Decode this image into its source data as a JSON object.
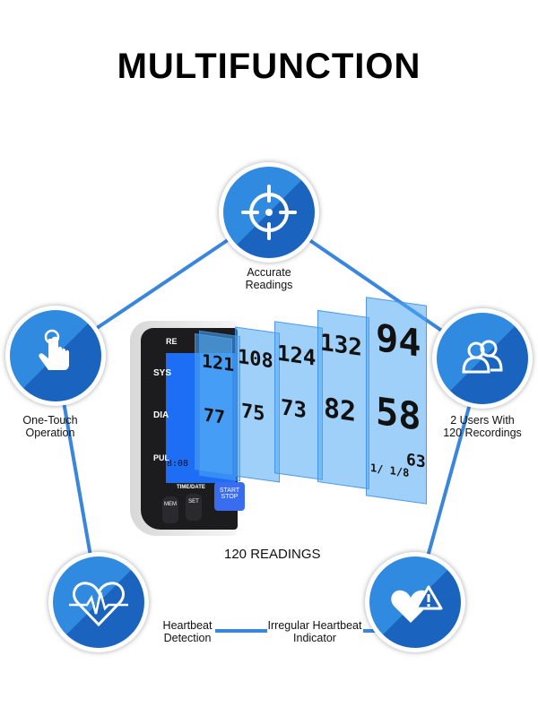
{
  "title": "MULTIFUNCTION",
  "features": [
    {
      "label_line1": "Accurate",
      "label_line2": "Readings",
      "icon": "crosshair-icon"
    },
    {
      "label_line1": "One-Touch",
      "label_line2": "Operation",
      "icon": "finger-touch-icon"
    },
    {
      "label_line1": "2 Users With",
      "label_line2": "120 Recordings",
      "icon": "users-icon"
    },
    {
      "label_line1": "Heartbeat",
      "label_line2": "Detection",
      "icon": "heartbeat-icon"
    },
    {
      "label_line1": "Irregular Heartbeat",
      "label_line2": "Indicator",
      "icon": "heart-warning-icon"
    }
  ],
  "device": {
    "brand": "RE",
    "sys": "SYS",
    "dia": "DIA",
    "pul": "PUL",
    "time_date": "TIME/DATE",
    "mem": "MEM",
    "set": "SET",
    "start": "START",
    "stop": "STOP",
    "screen_time": "8:08"
  },
  "panels": [
    {
      "sys": "121",
      "dia": "77"
    },
    {
      "sys": "108",
      "dia": "75"
    },
    {
      "sys": "124",
      "dia": "73"
    },
    {
      "sys": "132",
      "dia": "82"
    },
    {
      "sys": "94",
      "dia": "58",
      "pulse": "63",
      "date": "1/ 1/8"
    }
  ],
  "readings_caption": "120 READINGS",
  "colors": {
    "accent": "#2f8ae0",
    "accent_dark": "#1a64c0"
  }
}
